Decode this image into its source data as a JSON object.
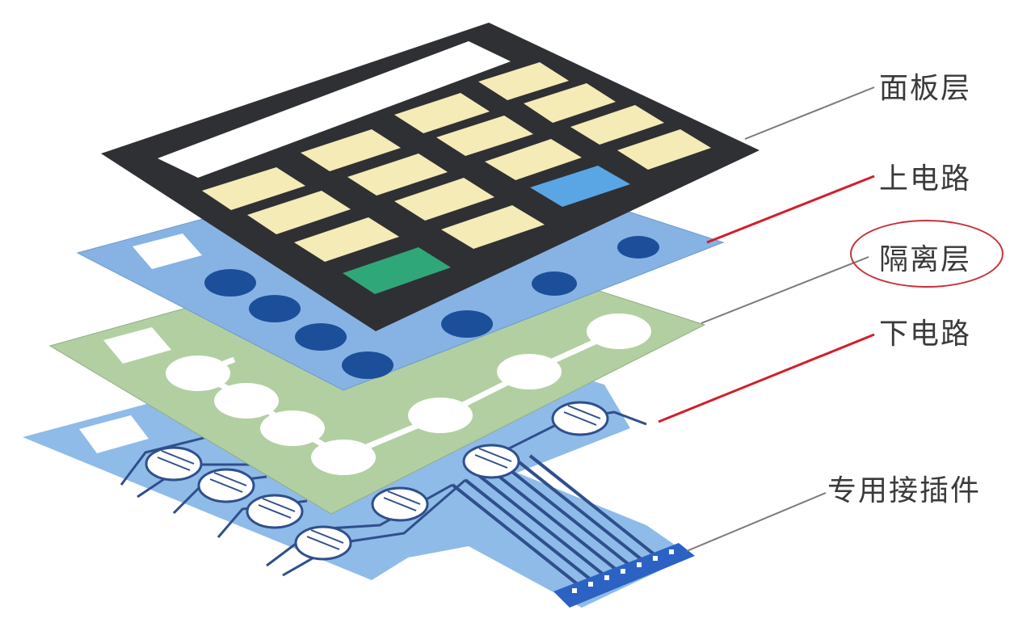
{
  "labels": {
    "panel": "面板层",
    "upper_circuit": "上电路",
    "spacer": "隔离层",
    "lower_circuit": "下电路",
    "connector": "专用接插件"
  },
  "colors": {
    "panel": "#2f3034",
    "key_yellow": "#f4ebb6",
    "key_blue": "#5aa6e4",
    "key_green": "#2fa779",
    "upper_layer": "#86b3e4",
    "dot": "#1c4f9a",
    "spacer_layer": "#b2cfa2",
    "lower_layer": "#8fbbe8",
    "trace": "#294a86",
    "leader_gray": "#7a7a7a",
    "leader_red": "#d21e2a",
    "highlight_circle": "#c8323a"
  },
  "icons": {
    "keypad": "keypad-panel-icon",
    "circuit": "circuit-layer-icon",
    "connector": "flat-cable-connector-icon"
  }
}
